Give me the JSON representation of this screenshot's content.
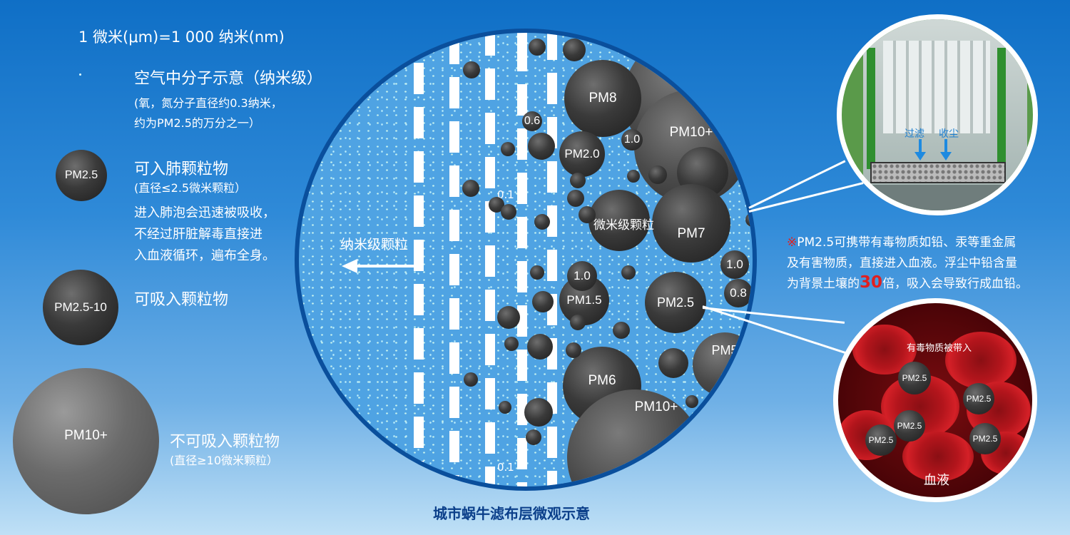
{
  "legend": {
    "unit_line": "1 微米(μm)=1 000 纳米(nm)",
    "air_title": "空气中分子示意（纳米级）",
    "air_note_1": "(氧，氮分子直径约0.3纳米，",
    "air_note_2": "约为PM2.5的万分之一）",
    "pm25_sphere": "PM2.5",
    "pm25_title": "可入肺颗粒物",
    "pm25_sub": "(直径≤2.5微米颗粒）",
    "pm25_desc_1": "进入肺泡会迅速被吸收，",
    "pm25_desc_2": "不经过肝脏解毒直接进",
    "pm25_desc_3": "入血液循环，遍布全身。",
    "pm2510_sphere": "PM2.5-10",
    "pm2510_title": "可吸入颗粒物",
    "pm10_sphere": "PM10+",
    "pm10_title": "不可吸入颗粒物",
    "pm10_sub": "(直径≥10微米颗粒）"
  },
  "main": {
    "nano_label": "纳米级颗粒",
    "micro_label": "微米级颗粒",
    "caption": "城市蜗牛滤布层微观示意",
    "particles": {
      "pm8": "PM8",
      "pm10_top": "PM10+",
      "pm20": "PM2.0",
      "pm7": "PM7",
      "pm15": "PM1.5",
      "pm25": "PM2.5",
      "pm6": "PM6",
      "pm5": "PM5",
      "pm10_bottom": "PM10+",
      "v06": "0.6",
      "v10a": "1.0",
      "v01a": "0.1",
      "v10b": "1.0",
      "v10c": "1.0",
      "v08": "0.8",
      "v01b": "0.1"
    }
  },
  "filter_inset": {
    "filter_label": "过滤",
    "dust_label": "收尘"
  },
  "note": {
    "mark": "※",
    "line1": "PM2.5可携带有毒物质如铅、汞等重金属",
    "line2": "及有害物质，直接进入血液。浮尘中铅含量",
    "line3_a": "为背景土壤的",
    "line3_num": "30",
    "line3_b": "倍，吸入会导致行成血铅。"
  },
  "blood_inset": {
    "toxin_label": "有毒物质被带入",
    "pm_a": "PM2.5",
    "pm_b": "PM2.5",
    "pm_c": "PM2.5",
    "pm_d": "PM2.5",
    "pm_e": "PM2.5",
    "blood_label": "血液"
  },
  "colors": {
    "background_top": "#0f6fc6",
    "background_bottom": "#bfe0f6",
    "frame": "#0a4f9c",
    "highlight_red": "#e02020",
    "caption_blue": "#0b3f8a"
  }
}
